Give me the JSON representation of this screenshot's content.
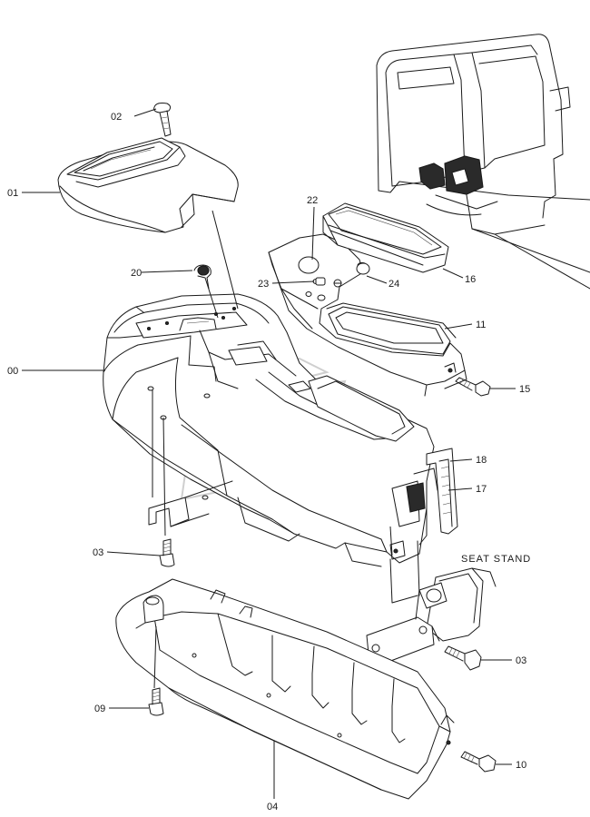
{
  "callouts": {
    "c00": "00",
    "c01": "01",
    "c02": "02",
    "c03a": "03",
    "c03b": "03",
    "c04": "04",
    "c09": "09",
    "c10": "10",
    "c11": "11",
    "c15": "15",
    "c16": "16",
    "c17": "17",
    "c18": "18",
    "c20": "20",
    "c22": "22",
    "c23": "23",
    "c24": "24"
  },
  "labels": {
    "seat_stand": "SEAT STAND"
  }
}
